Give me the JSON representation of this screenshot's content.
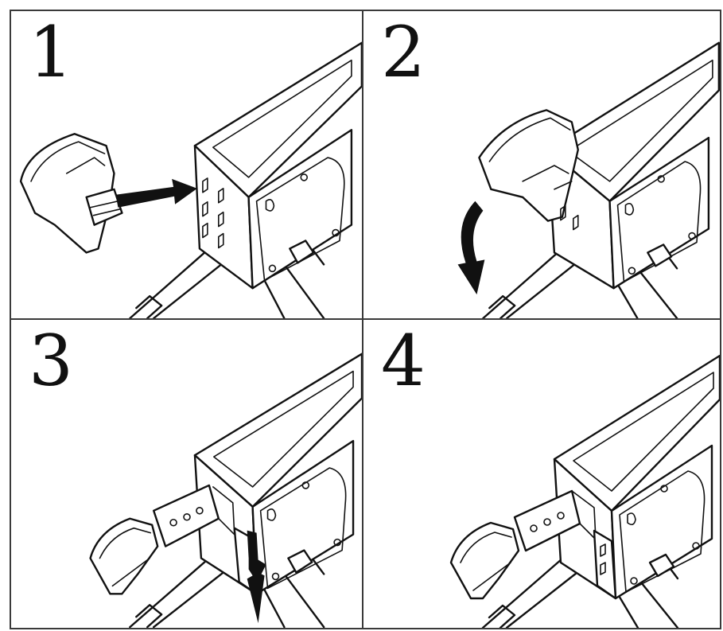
{
  "steps": [
    {
      "number": "1"
    },
    {
      "number": "2"
    },
    {
      "number": "3"
    },
    {
      "number": "4"
    }
  ],
  "colors": {
    "line": "#111111",
    "background": "#ffffff",
    "border": "#3a3a3a"
  }
}
